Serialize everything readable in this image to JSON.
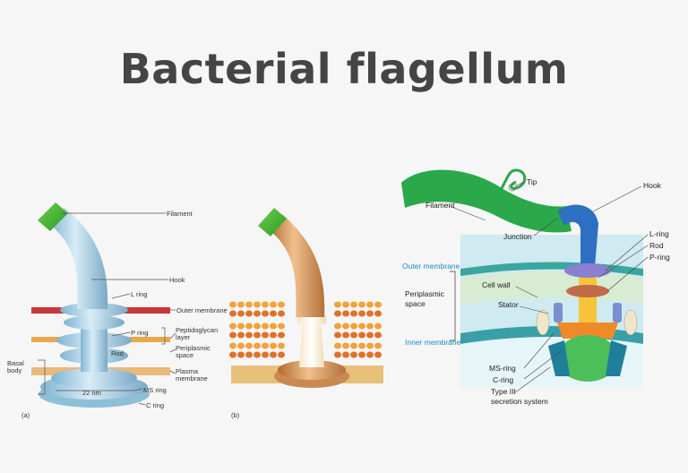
{
  "title": "Bacterial flagellum",
  "left_diagram": {
    "labels": {
      "filament": "Filament",
      "hook": "Hook",
      "l_ring": "L ring",
      "outer_membrane": "Outer membrane",
      "p_ring": "P ring",
      "peptidoglycan": "Peptidoglycan",
      "layer": "layer",
      "rod": "Rod",
      "periplasmic": "Periplasmic",
      "space": "space",
      "basal": "Basal",
      "body": "body",
      "plasma": "Plasma",
      "membrane": "membrane",
      "size": "22 nm",
      "ms_ring": "MS ring",
      "c_ring": "C ring",
      "panel_a": "(a)",
      "panel_b": "(b)"
    }
  },
  "right_diagram": {
    "labels": {
      "tip": "Tip",
      "hook": "Hook",
      "filament": "Filament",
      "junction": "Junction",
      "l_ring": "L-ring",
      "rod": "Rod",
      "p_ring": "P-ring",
      "outer_membrane": "Outer membrane",
      "cell_wall": "Cell wall",
      "periplasmic": "Periplasmic",
      "space": "space",
      "stator": "Stator",
      "inner_membrane": "Inner membrane",
      "ms_ring": "MS-ring",
      "c_ring": "C-ring",
      "type3": "Type III",
      "secretion": "secretion system"
    }
  },
  "colors": {
    "background": "#f6f6f6",
    "title": "#454545",
    "filament_green": "#2aa84a",
    "hook_blue": "#2d6fc1",
    "structure_lightblue": "#a9d2e8",
    "structure_tan": "#c98a52",
    "outer_membrane_red": "#c8383a",
    "membrane_orange": "#f2a33a",
    "teal_label": "#1a8fc0"
  }
}
